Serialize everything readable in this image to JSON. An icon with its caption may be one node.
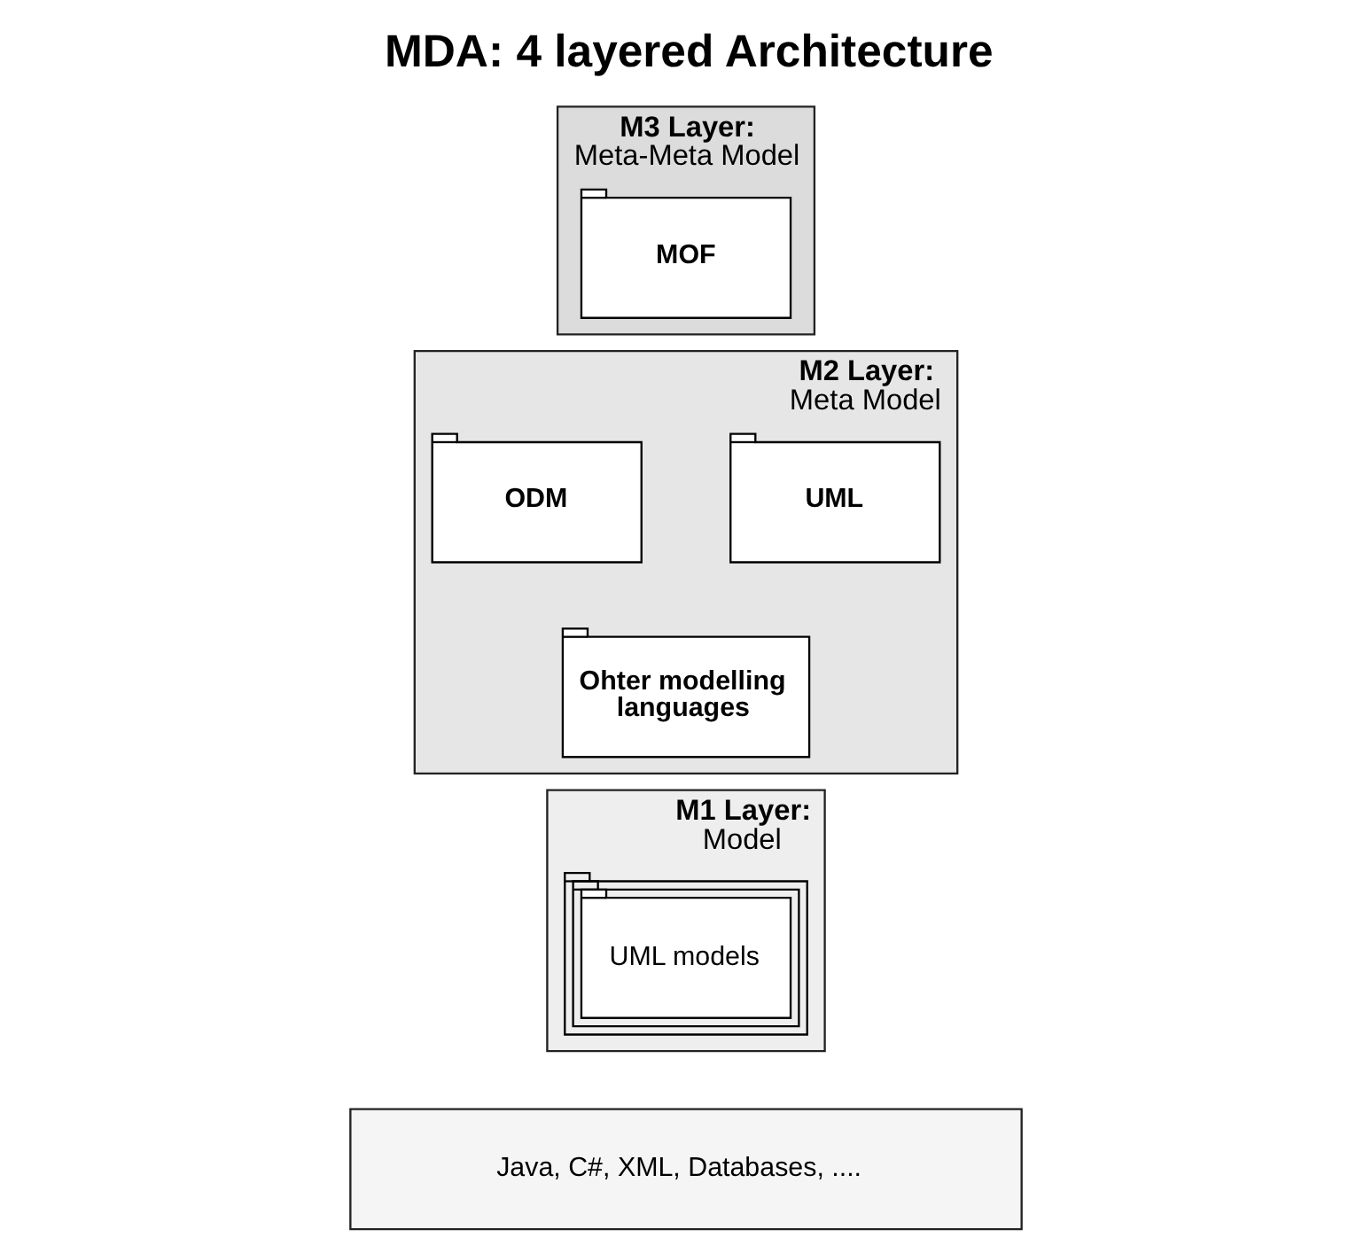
{
  "diagram": {
    "title": "MDA: 4 layered Architecture",
    "nodes": [
      {
        "text": [
          "M3 Layer:",
          "Meta-Meta Model"
        ]
      },
      {
        "text": [
          "MOF"
        ],
        "in": 0
      },
      {
        "text": [
          "M2 Layer:",
          "Meta Model"
        ]
      },
      {
        "text": [
          "UML"
        ],
        "in": 2
      },
      {
        "text": [
          "ODM"
        ],
        "in": 2
      },
      {
        "text": [
          "Ohter modelling languages"
        ],
        "in": 2
      },
      {
        "text": [
          "M1 Layer:",
          "Model"
        ]
      },
      {
        "text": [
          "UML models"
        ],
        "in": 6
      },
      {
        "text": [
          "Java, C#, XML, Databases, ...."
        ]
      }
    ],
    "edges": []
  }
}
